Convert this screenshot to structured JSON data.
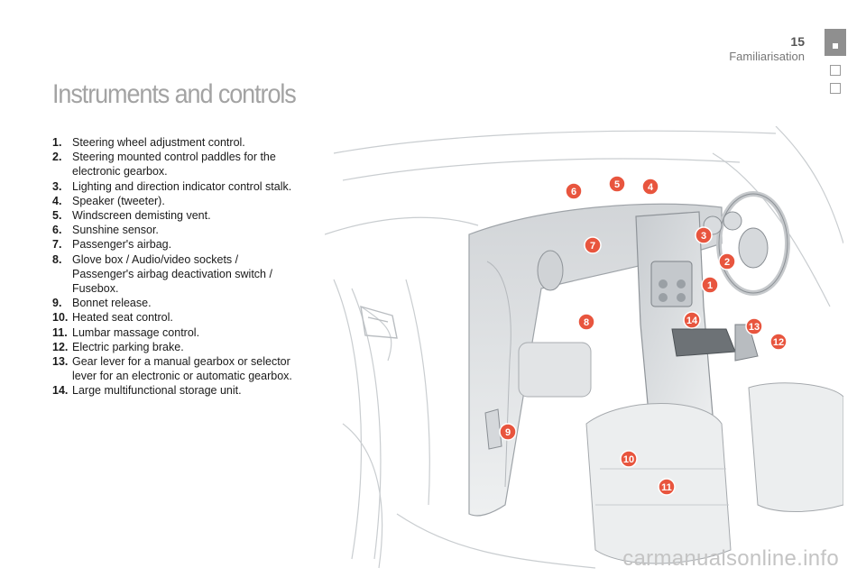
{
  "header": {
    "page_number": "15",
    "section": "Familiarisation"
  },
  "title": "Instruments and controls",
  "legend": [
    {
      "num": "1.",
      "text": "Steering wheel adjustment control."
    },
    {
      "num": "2.",
      "text": "Steering mounted control paddles for the electronic gearbox."
    },
    {
      "num": "3.",
      "text": "Lighting and direction indicator control stalk."
    },
    {
      "num": "4.",
      "text": "Speaker (tweeter)."
    },
    {
      "num": "5.",
      "text": "Windscreen demisting vent."
    },
    {
      "num": "6.",
      "text": "Sunshine sensor."
    },
    {
      "num": "7.",
      "text": "Passenger's airbag."
    },
    {
      "num": "8.",
      "text": "Glove box / Audio/video sockets / Passenger's airbag deactivation switch / Fusebox."
    },
    {
      "num": "9.",
      "text": "Bonnet release."
    },
    {
      "num": "10.",
      "text": "Heated seat control."
    },
    {
      "num": "11.",
      "text": "Lumbar massage control."
    },
    {
      "num": "12.",
      "text": "Electric parking brake."
    },
    {
      "num": "13.",
      "text": "Gear lever for a manual gearbox or selector lever for an electronic or automatic gearbox."
    },
    {
      "num": "14.",
      "text": "Large multifunctional storage unit."
    }
  ],
  "markers": [
    "1",
    "2",
    "3",
    "4",
    "5",
    "6",
    "7",
    "8",
    "9",
    "10",
    "11",
    "12",
    "13",
    "14"
  ],
  "colors": {
    "marker": "#e8553e",
    "title": "#a3a3a3",
    "tab": "#8f8f8f"
  },
  "watermark": "carmanualsonline.info"
}
